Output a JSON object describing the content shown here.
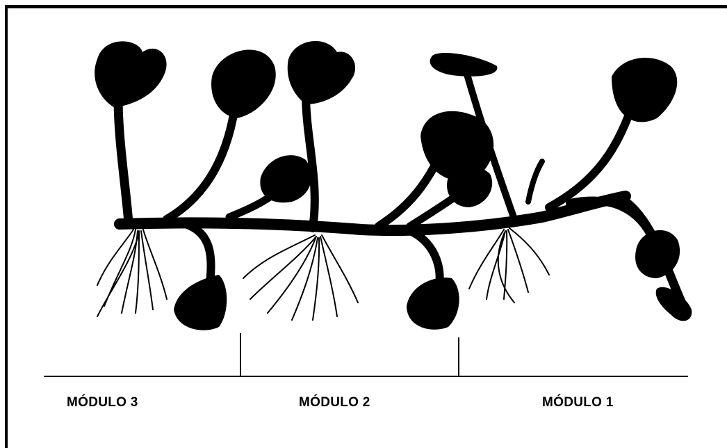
{
  "diagram": {
    "modules": [
      {
        "label": "MÓDULO 3"
      },
      {
        "label": "MÓDULO 2"
      },
      {
        "label": "MÓDULO 1"
      }
    ],
    "colors": {
      "ink": "#000000",
      "background": "#ffffff"
    }
  }
}
